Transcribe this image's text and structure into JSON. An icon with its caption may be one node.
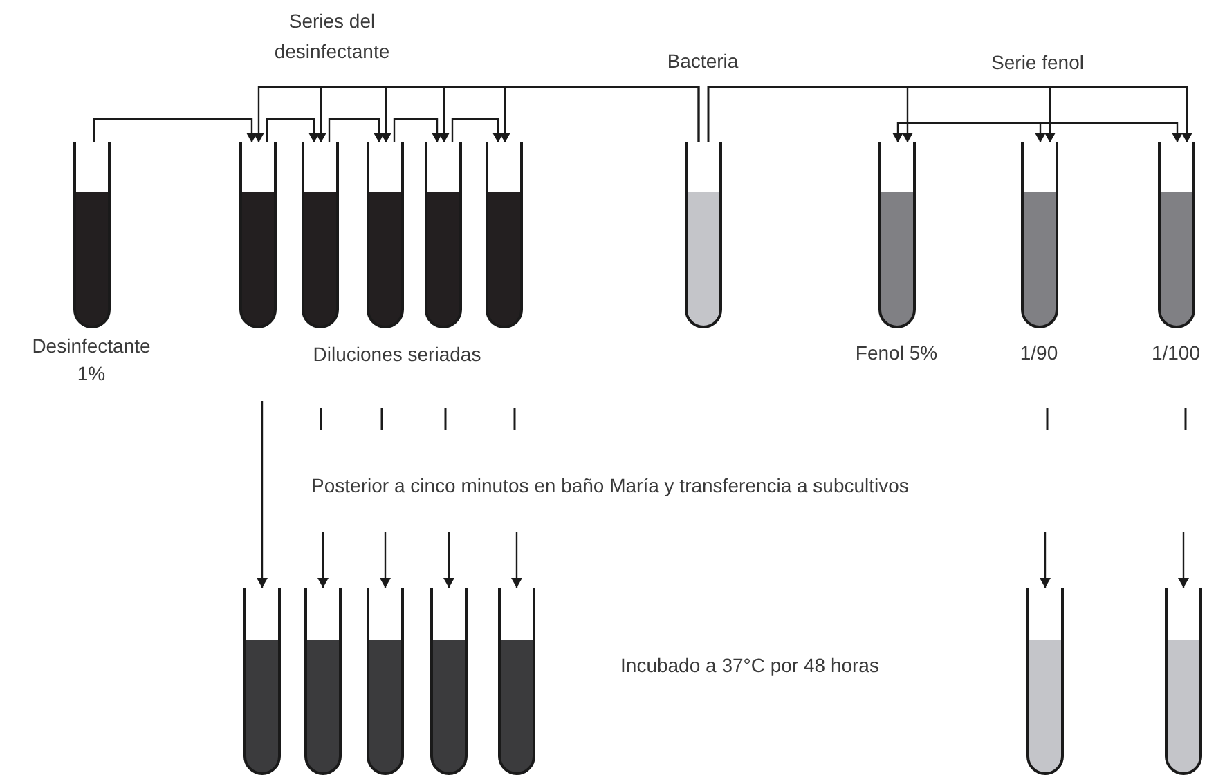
{
  "diagram": {
    "nodes": [
      {
        "text": [],
        "shape": "tube",
        "beside": [
          "Desinfectante 1%"
        ]
      },
      {
        "text": [],
        "shape": "tube"
      },
      {
        "text": [],
        "shape": "tube"
      },
      {
        "text": [],
        "shape": "tube"
      },
      {
        "text": [],
        "shape": "tube"
      },
      {
        "text": [],
        "shape": "tube"
      },
      {
        "text": [],
        "shape": "tube",
        "beside": [
          "Bacteria"
        ]
      },
      {
        "text": [],
        "shape": "tube",
        "beside": [
          "Fenol 5%"
        ]
      },
      {
        "text": [],
        "shape": "tube",
        "beside": [
          "1/90"
        ]
      },
      {
        "text": [],
        "shape": "tube",
        "beside": [
          "1/100"
        ]
      },
      {
        "text": [],
        "shape": "tube"
      },
      {
        "text": [],
        "shape": "tube"
      },
      {
        "text": [],
        "shape": "tube"
      },
      {
        "text": [],
        "shape": "tube"
      },
      {
        "text": [],
        "shape": "tube"
      },
      {
        "text": [],
        "shape": "tube"
      },
      {
        "text": [],
        "shape": "tube"
      }
    ],
    "edges": [
      {
        "from": 0,
        "to": 1,
        "arrow": "to"
      },
      {
        "from": 1,
        "to": 2,
        "arrow": "to"
      },
      {
        "from": 2,
        "to": 3,
        "arrow": "to"
      },
      {
        "from": 3,
        "to": 4,
        "arrow": "to"
      },
      {
        "from": 4,
        "to": 5,
        "arrow": "to"
      },
      {
        "from": 6,
        "to": 1,
        "arrow": "to"
      },
      {
        "from": 6,
        "to": 2,
        "arrow": "to"
      },
      {
        "from": 6,
        "to": 3,
        "arrow": "to"
      },
      {
        "from": 6,
        "to": 4,
        "arrow": "to"
      },
      {
        "from": 6,
        "to": 5,
        "arrow": "to"
      },
      {
        "from": 6,
        "to": 7,
        "arrow": "to"
      },
      {
        "from": 6,
        "to": 8,
        "arrow": "to"
      },
      {
        "from": 6,
        "to": 9,
        "arrow": "to"
      },
      {
        "from": null,
        "to": 7,
        "arrow": "to"
      },
      {
        "from": null,
        "to": 8,
        "arrow": "to"
      },
      {
        "from": null,
        "to": 9,
        "arrow": "to"
      },
      {
        "from": null,
        "to": 10,
        "arrow": "to"
      },
      {
        "from": null,
        "to": 11,
        "arrow": "to"
      },
      {
        "from": null,
        "to": 12,
        "arrow": "to"
      },
      {
        "from": null,
        "to": 13,
        "arrow": "to"
      },
      {
        "from": null,
        "to": 14,
        "arrow": "to"
      },
      {
        "from": null,
        "to": 15,
        "arrow": "to"
      },
      {
        "from": null,
        "to": 16,
        "arrow": "to"
      }
    ],
    "labels": [
      "Series del desinfectante",
      "Serie fenol",
      "Diluciones seriadas",
      "Posterior a cinco minutos en baño María y transferencia a subcultivos",
      "Incubado a 37°C por 48 horas"
    ]
  }
}
